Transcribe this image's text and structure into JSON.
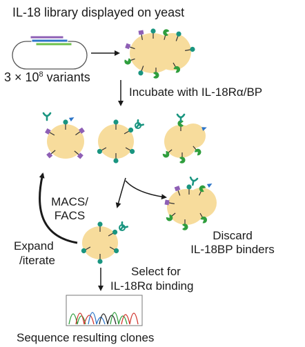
{
  "title": "IL-18 library displayed on yeast",
  "variants": {
    "prefix": "3 × 10",
    "exponent": "8",
    "suffix": " variants"
  },
  "step_incubate": "Incubate with IL-18Rα/BP",
  "macs_line1": "MACS/",
  "macs_line2": "FACS",
  "discard_line1": "Discard",
  "discard_line2": "IL-18BP binders",
  "expand_line1": "Expand",
  "expand_line2": "/iterate",
  "select_line1": "Select for",
  "select_line2": "IL-18Rα binding",
  "sequence_label": "Sequence resulting clones",
  "colors": {
    "yeast": "#f7dc9c",
    "yeast_stroke": "#e8c77a",
    "purple": "#8e5fb5",
    "teal": "#1a9580",
    "green": "#2f9e3d",
    "blue": "#2b74c8",
    "lime": "#6cc04a",
    "arrow": "#1a1a1a"
  },
  "icons": [
    "plasmid-icon",
    "yeast-cell-icon",
    "receptor-icon",
    "binding-protein-icon",
    "chromatogram-icon"
  ]
}
